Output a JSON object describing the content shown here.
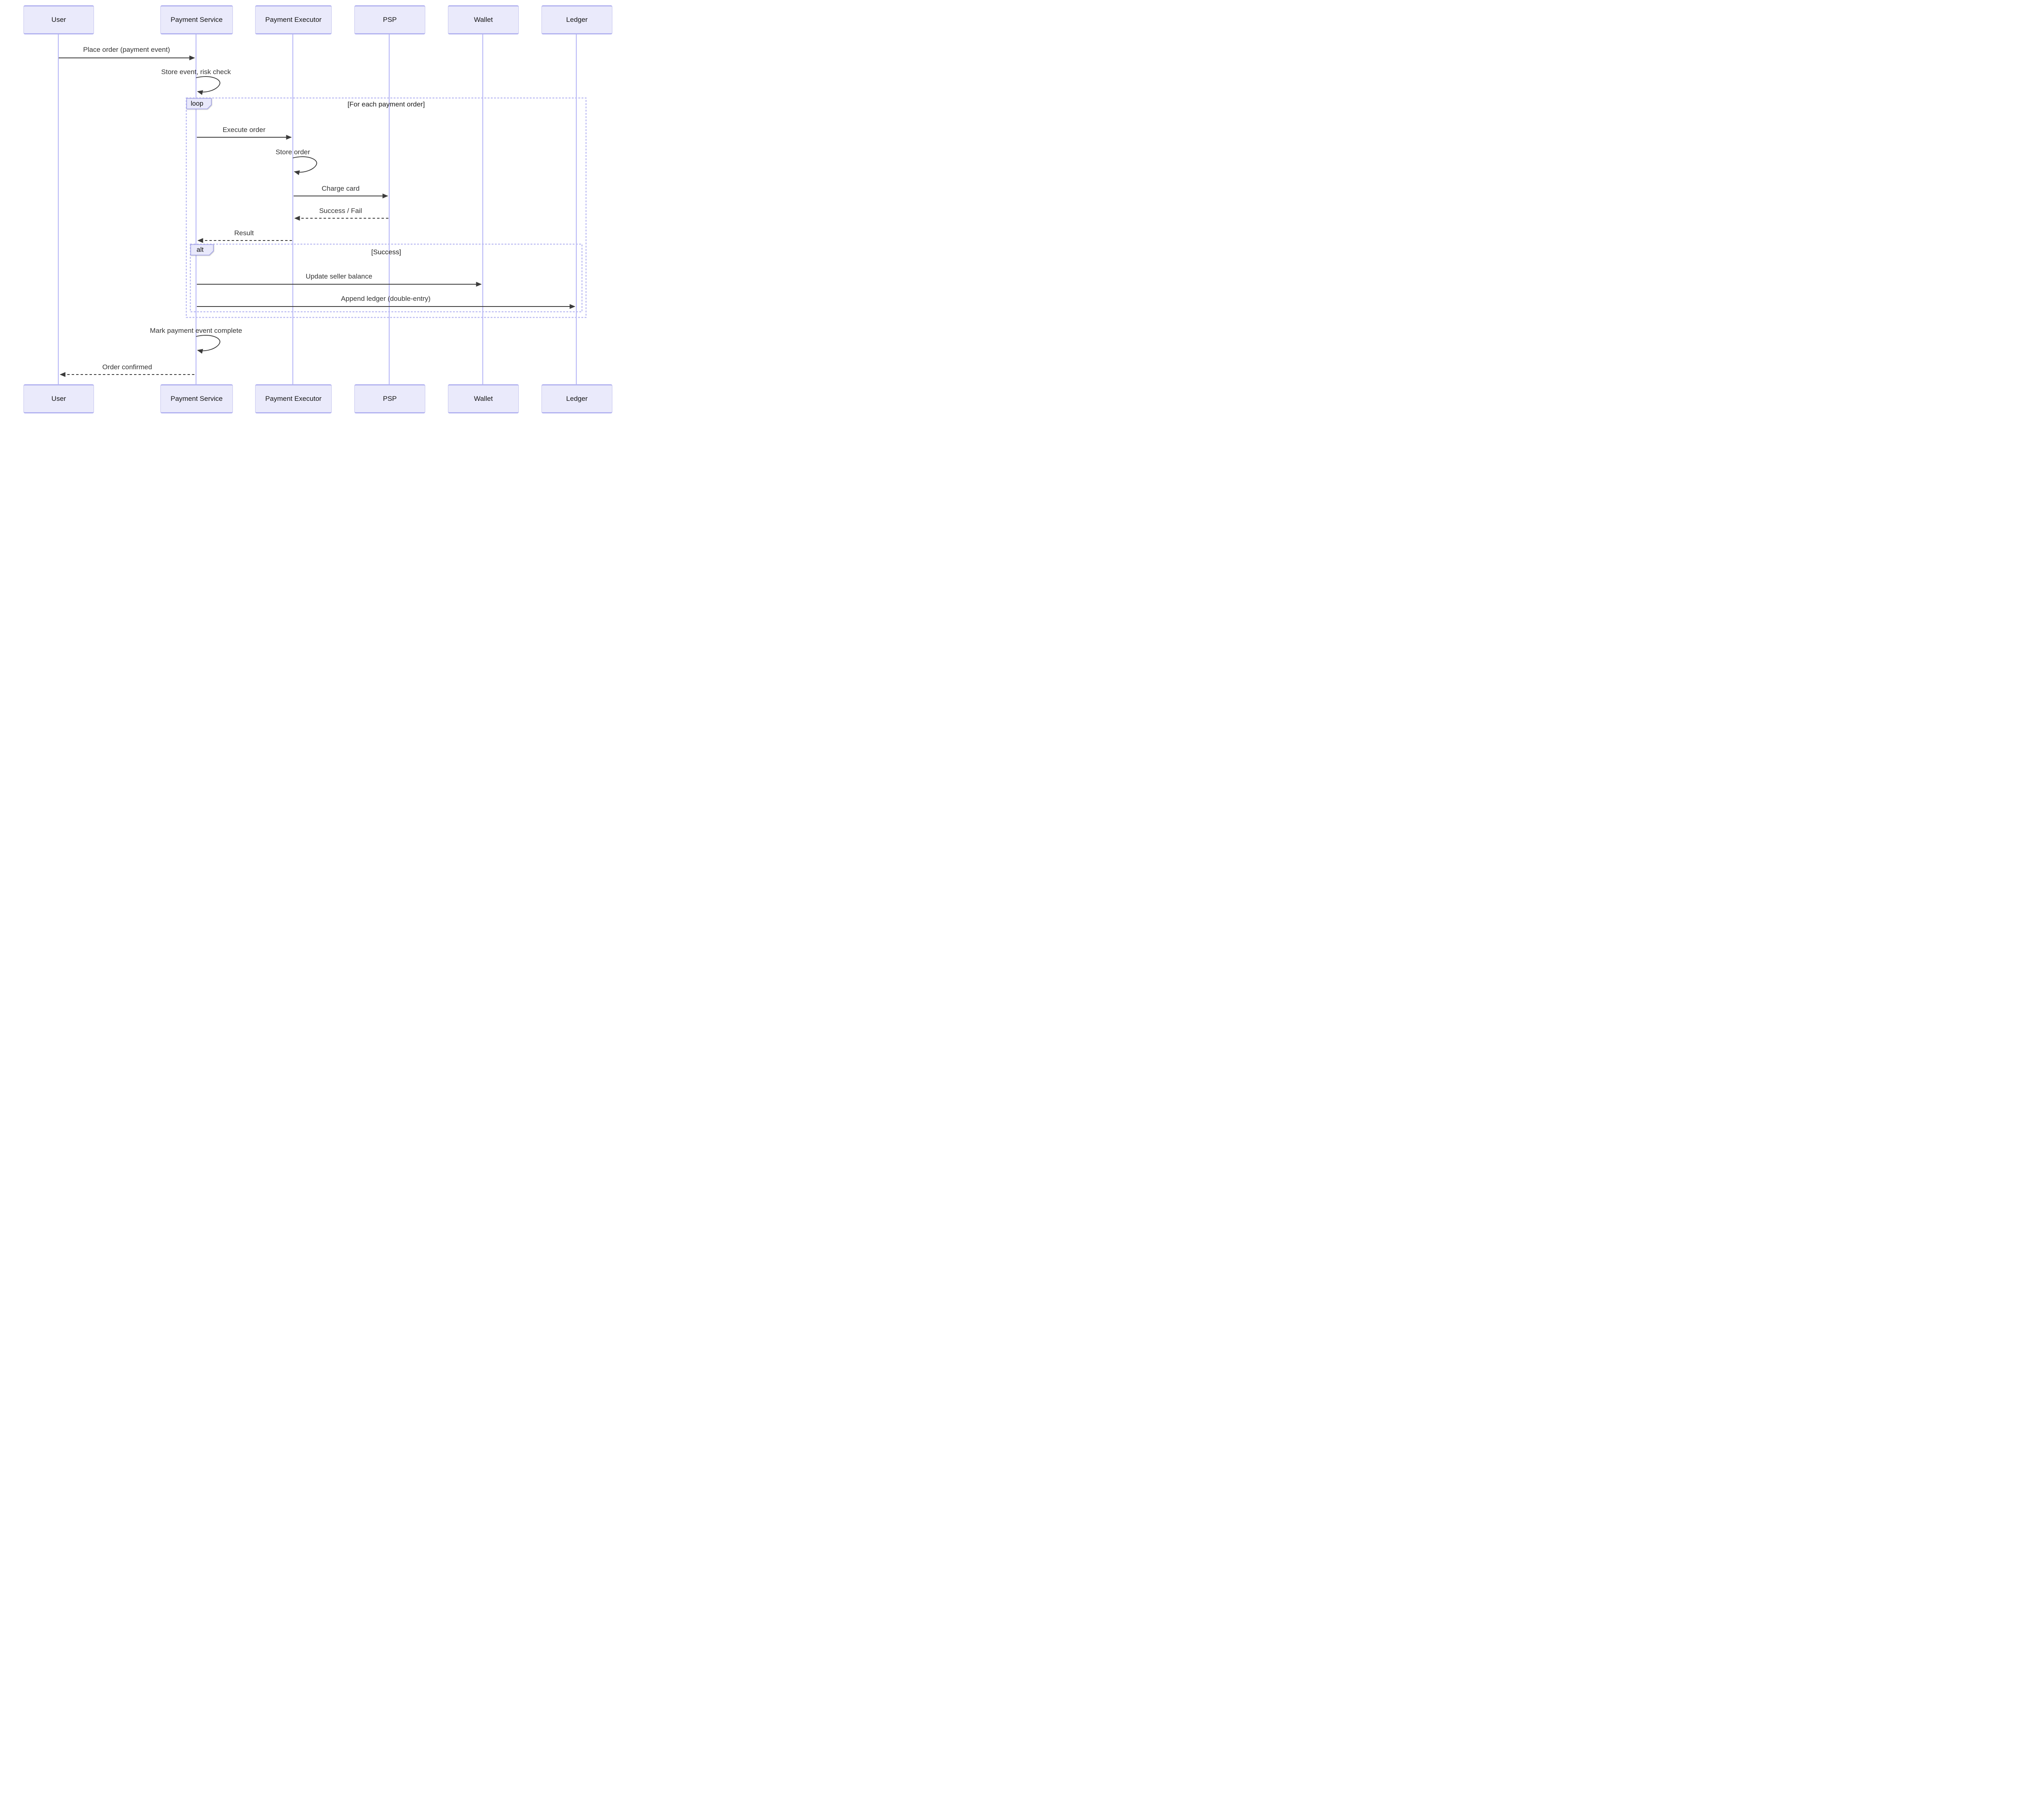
{
  "diagram_type": "uml-sequence-diagram",
  "colors": {
    "background": "#ffffff",
    "actor_fill": "#EAEAFB",
    "actor_border": "#B3B3F0",
    "lifeline": "#B7B7F7",
    "fragment_border": "#B9B9F2",
    "fragment_label_fill": "#E9E9FB",
    "arrow": "#3b3b3b",
    "text": "#333333"
  },
  "actors": [
    {
      "label": "User"
    },
    {
      "label": "Payment Service"
    },
    {
      "label": "Payment Executor"
    },
    {
      "label": "PSP"
    },
    {
      "label": "Wallet"
    },
    {
      "label": "Ledger"
    }
  ],
  "fragments": [
    {
      "operator": "loop",
      "condition": "[For each payment order]"
    },
    {
      "operator": "alt",
      "condition": "[Success]"
    }
  ],
  "messages": [
    {
      "text": "Place order (payment event)",
      "from": "User",
      "to": "Payment Service",
      "style": "solid"
    },
    {
      "text": "Store event, risk check",
      "from": "Payment Service",
      "to": "Payment Service",
      "style": "self"
    },
    {
      "text": "Execute order",
      "from": "Payment Service",
      "to": "Payment Executor",
      "style": "solid"
    },
    {
      "text": "Store order",
      "from": "Payment Executor",
      "to": "Payment Executor",
      "style": "self"
    },
    {
      "text": "Charge card",
      "from": "Payment Executor",
      "to": "PSP",
      "style": "solid"
    },
    {
      "text": "Success / Fail",
      "from": "PSP",
      "to": "Payment Executor",
      "style": "dashed"
    },
    {
      "text": "Result",
      "from": "Payment Executor",
      "to": "Payment Service",
      "style": "dashed"
    },
    {
      "text": "Update seller balance",
      "from": "Payment Service",
      "to": "Wallet",
      "style": "solid"
    },
    {
      "text": "Append ledger (double-entry)",
      "from": "Payment Service",
      "to": "Ledger",
      "style": "solid"
    },
    {
      "text": "Mark payment event complete",
      "from": "Payment Service",
      "to": "Payment Service",
      "style": "self"
    },
    {
      "text": "Order confirmed",
      "from": "Payment Service",
      "to": "User",
      "style": "dashed"
    }
  ]
}
